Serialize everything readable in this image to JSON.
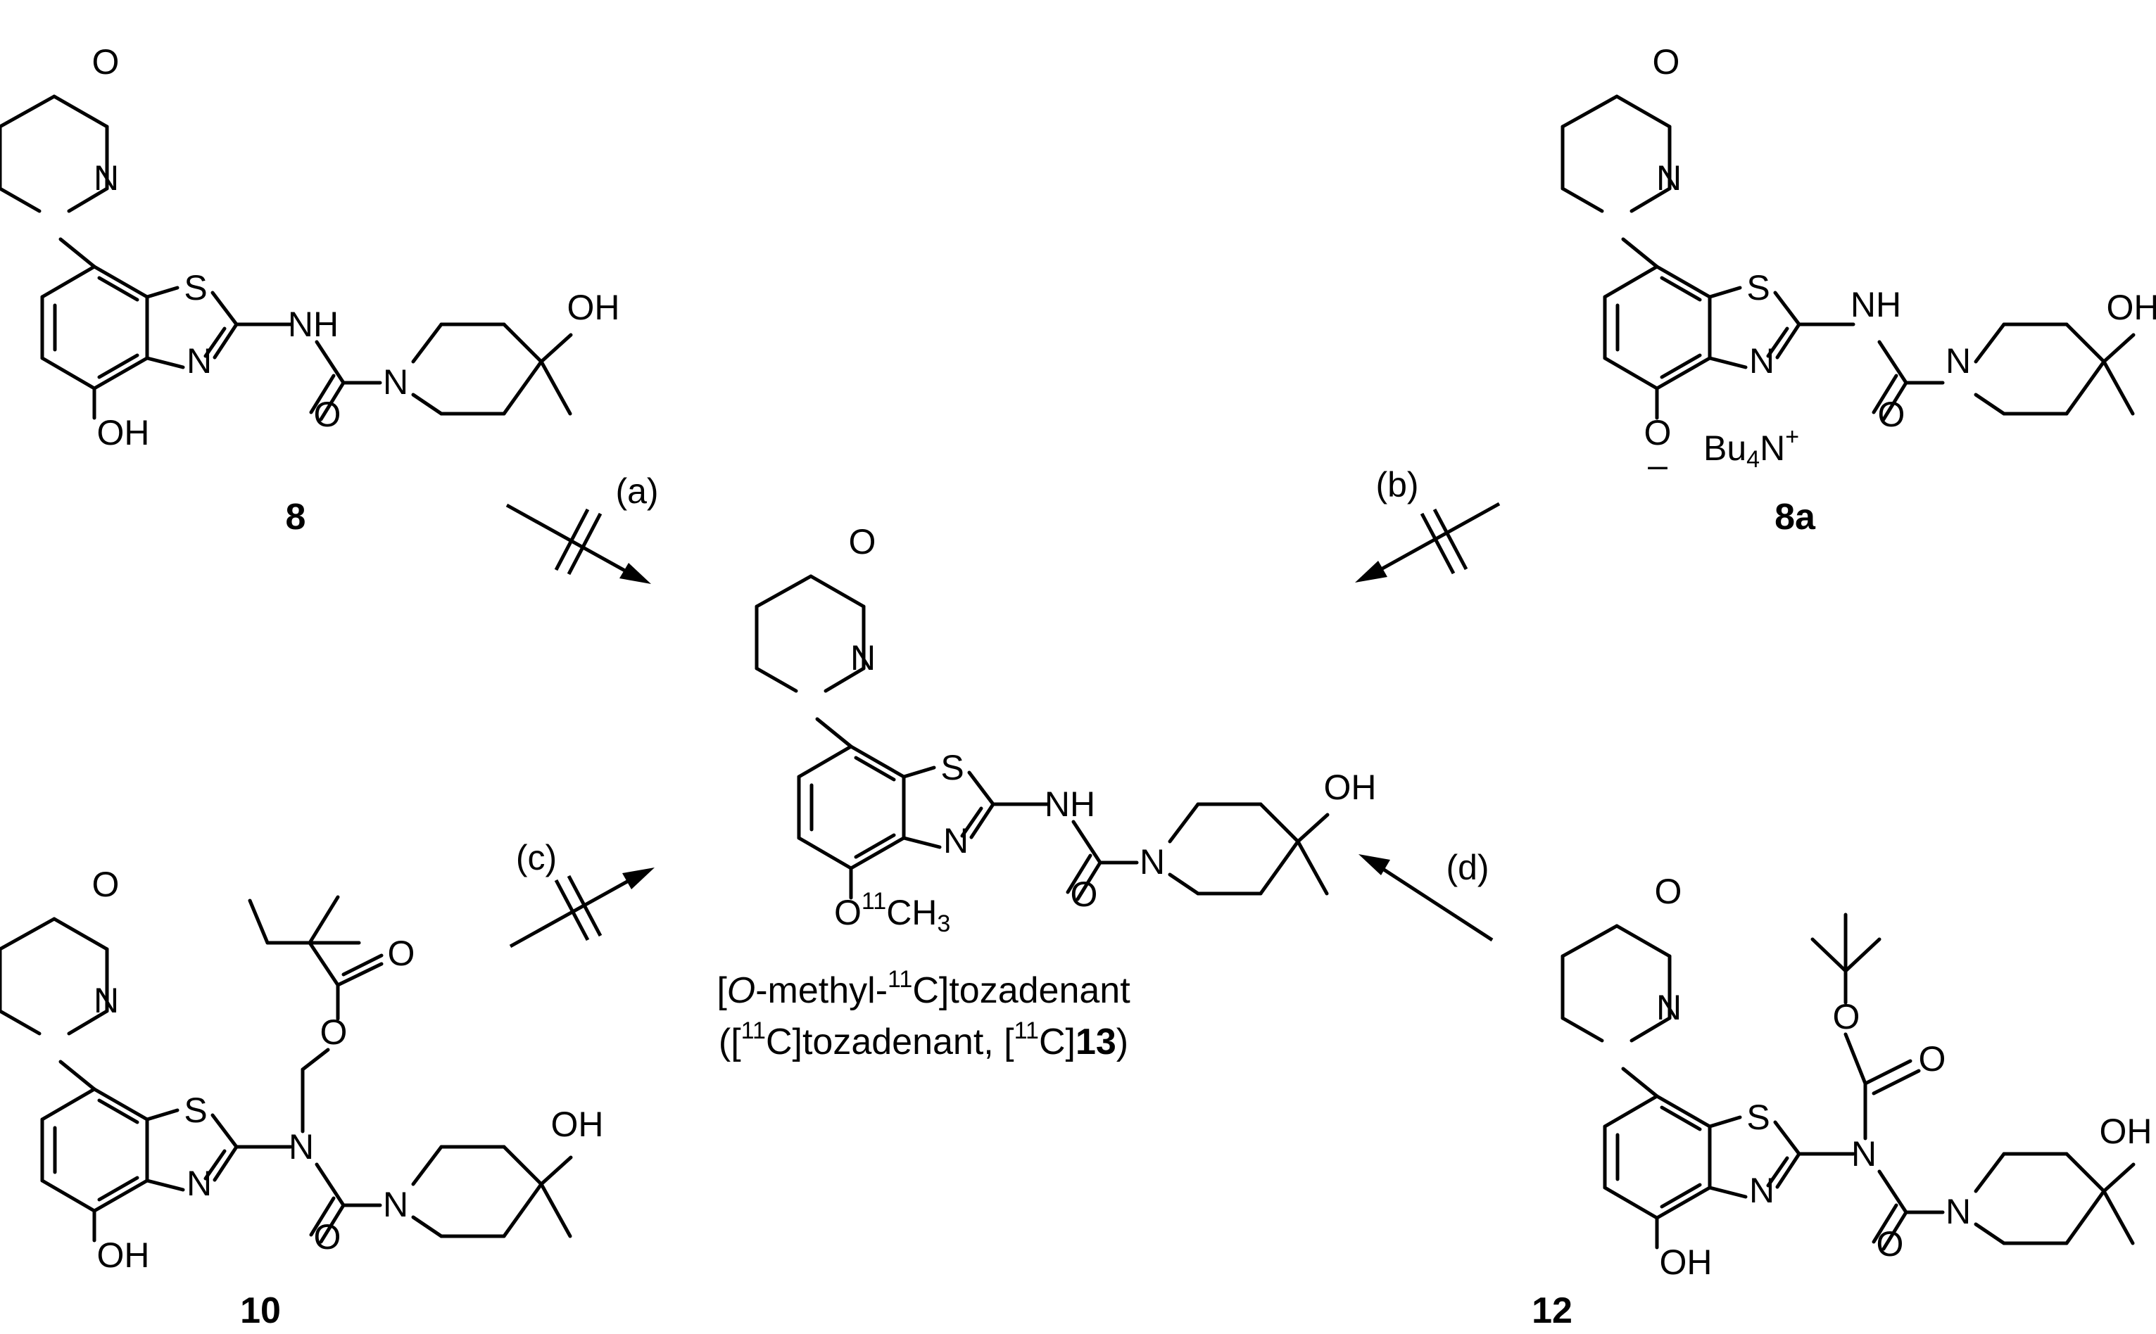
{
  "atoms": {
    "O": "O",
    "N": "N",
    "S": "S",
    "NH": "NH",
    "OH": "OH",
    "O_minus": "O",
    "minus": "–",
    "Bu": "Bu",
    "four": "4",
    "N_cation": "N",
    "plus": "+",
    "eleven": "11",
    "CH": "CH",
    "three": "3"
  },
  "compounds": {
    "c8": "8",
    "c8a": "8a",
    "c10": "10",
    "c12": "12"
  },
  "conditions": {
    "a": "(a)",
    "b": "(b)",
    "c": "(c)",
    "d": "(d)"
  },
  "product": {
    "line1_open": "[",
    "line1_italic": "O",
    "line1_mid": "-methyl-",
    "line1_sup": "11",
    "line1_end": "C]tozadenant",
    "line2_open": "([",
    "line2_sup1": "11",
    "line2_mid": "C]tozadenant, [",
    "line2_sup2": "11",
    "line2_c": "C]",
    "line2_bold": "13",
    "line2_close": ")"
  }
}
